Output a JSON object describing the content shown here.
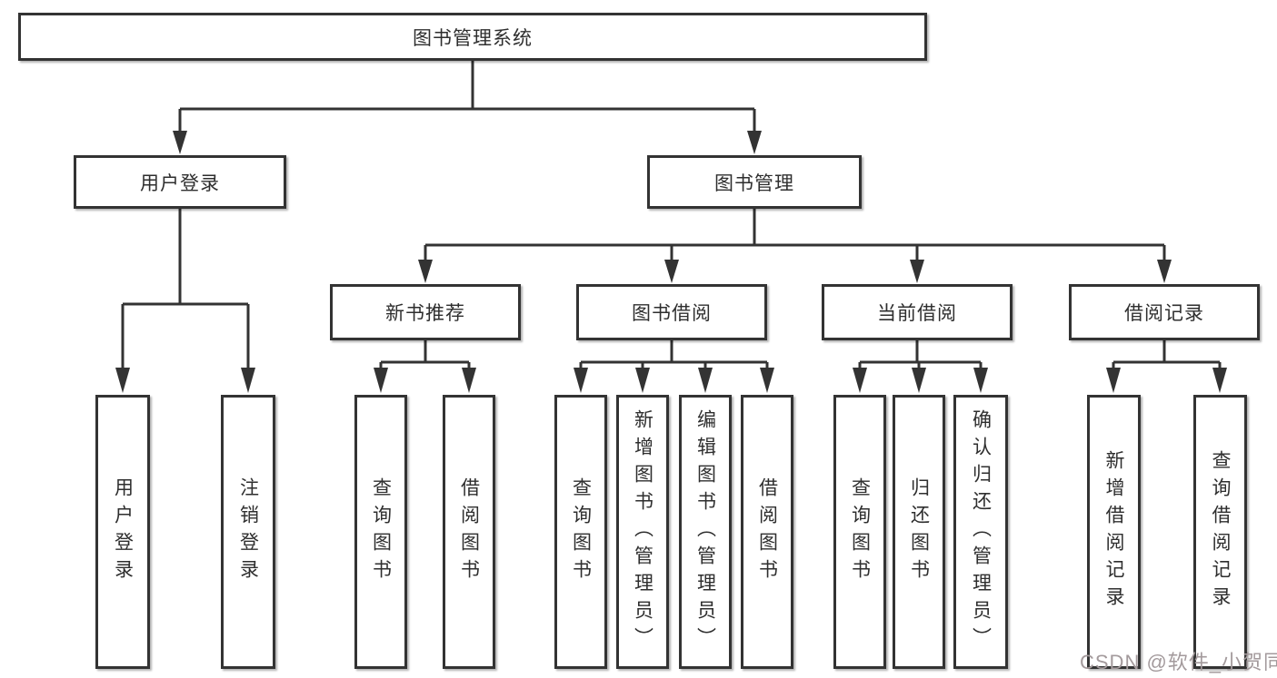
{
  "root": {
    "label": "图书管理系统"
  },
  "level2": [
    {
      "label": "用户登录"
    },
    {
      "label": "图书管理"
    }
  ],
  "level3": [
    {
      "label": "新书推荐"
    },
    {
      "label": "图书借阅"
    },
    {
      "label": "当前借阅"
    },
    {
      "label": "借阅记录"
    }
  ],
  "leaves": {
    "user_login": [
      {
        "label": "用户登录"
      },
      {
        "label": "注销登录"
      }
    ],
    "new_books": [
      {
        "label": "查询图书"
      },
      {
        "label": "借阅图书"
      }
    ],
    "book_borrow": [
      {
        "label": "查询图书"
      },
      {
        "label": "新增图书（管理员）"
      },
      {
        "label": "编辑图书（管理员）"
      },
      {
        "label": "借阅图书"
      }
    ],
    "current_borrow": [
      {
        "label": "查询图书"
      },
      {
        "label": "归还图书"
      },
      {
        "label": "确认归还（管理员）"
      }
    ],
    "borrow_records": [
      {
        "label": "新增借阅记录"
      },
      {
        "label": "查询借阅记录"
      }
    ]
  },
  "colors": {
    "line": "#333333",
    "box_border": "#333333",
    "background": "#ffffff",
    "watermark": "#a39a9c"
  },
  "watermark": {
    "text": "CSDN @软件_小贺同学"
  }
}
